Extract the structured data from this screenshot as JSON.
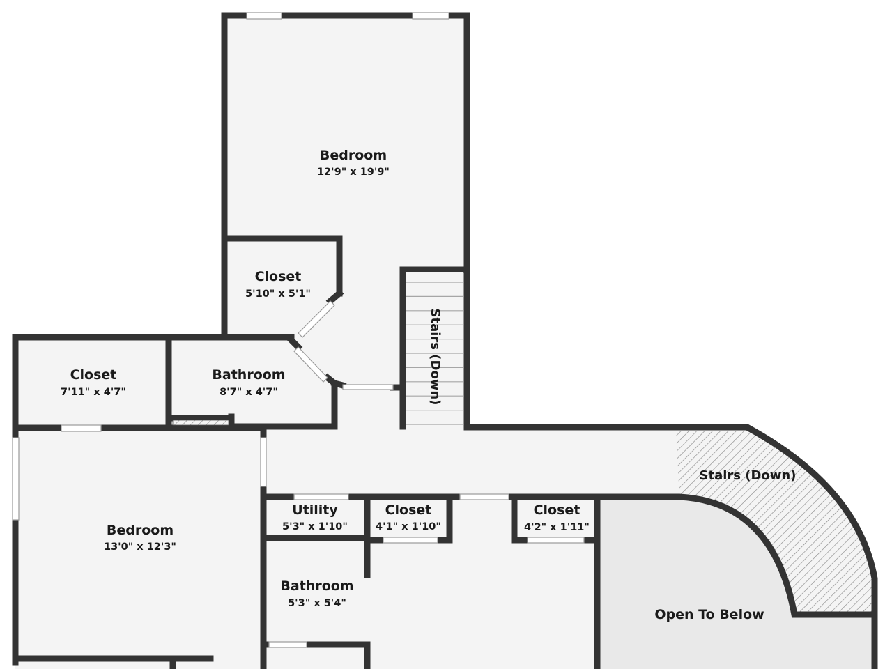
{
  "rooms": {
    "bedroom_upper": {
      "name": "Bedroom",
      "dim": "12'9\" x 19'9\""
    },
    "closet_upper": {
      "name": "Closet",
      "dim": "5'10\" x 5'1\""
    },
    "closet_left": {
      "name": "Closet",
      "dim": "7'11\" x 4'7\""
    },
    "bathroom_upper": {
      "name": "Bathroom",
      "dim": "8'7\" x 4'7\""
    },
    "bedroom_left": {
      "name": "Bedroom",
      "dim": "13'0\" x 12'3\""
    },
    "utility": {
      "name": "Utility",
      "dim": "5'3\" x 1'10\""
    },
    "closet_mid": {
      "name": "Closet",
      "dim": "4'1\" x 1'10\""
    },
    "closet_right": {
      "name": "Closet",
      "dim": "4'2\" x 1'11\""
    },
    "bathroom_lower": {
      "name": "Bathroom",
      "dim": "5'3\" x 5'4\""
    },
    "open_to_below": {
      "name": "Open To Below"
    }
  },
  "stairs": {
    "vertical": "Stairs (Down)",
    "curved": "Stairs (Down)"
  },
  "colors": {
    "wall": "#333333",
    "floor": "#f4f4f4",
    "open_area": "#e9e9e9",
    "background": "#ffffff"
  }
}
